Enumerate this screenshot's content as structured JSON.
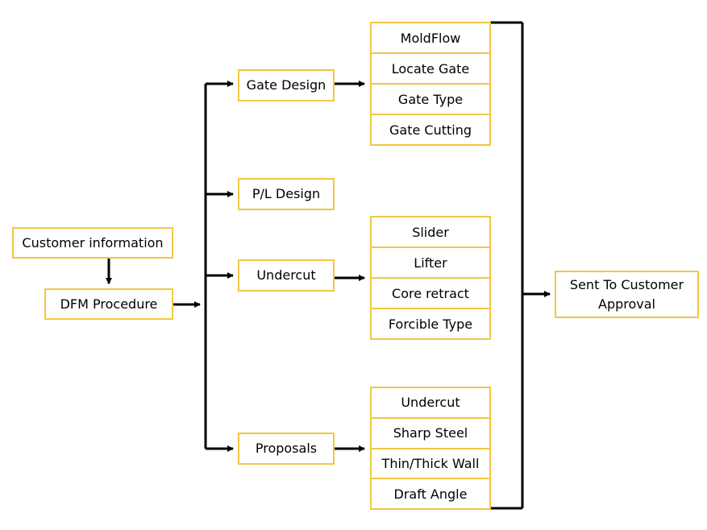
{
  "nodes": {
    "customer_info": "Customer information",
    "dfm_procedure": "DFM Procedure",
    "gate_design": "Gate Design",
    "pl_design": "P/L Design",
    "undercut": "Undercut",
    "proposals": "Proposals",
    "approval": "Sent To Customer Approval"
  },
  "gate_items": [
    "MoldFlow",
    "Locate Gate",
    "Gate Type",
    "Gate Cutting"
  ],
  "undercut_items": [
    "Slider",
    "Lifter",
    "Core retract",
    "Forcible Type"
  ],
  "proposal_items": [
    "Undercut",
    "Sharp Steel",
    "Thin/Thick Wall",
    "Draft Angle"
  ],
  "colors": {
    "border": "#f2c744",
    "line": "#000000"
  }
}
